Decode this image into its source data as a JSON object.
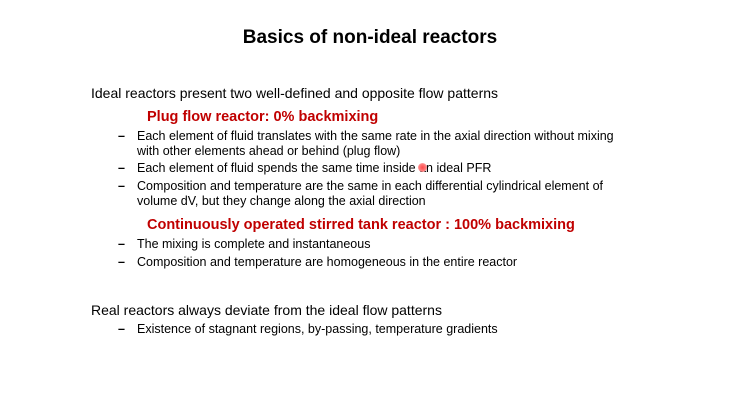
{
  "slide": {
    "title": "Basics of non-ideal reactors",
    "intro": "Ideal reactors present two well-defined and opposite flow patterns",
    "pfr": {
      "heading": "Plug flow reactor: 0% backmixing",
      "bullets": [
        "Each element of fluid translates with the same rate in the axial direction without mixing with other elements ahead or behind (plug flow)",
        "Each element of fluid spends the same time inside an ideal PFR",
        "Composition and temperature are the same in each differential cylindrical element of volume dV, but they change along the axial direction"
      ]
    },
    "cstr": {
      "heading": "Continuously operated stirred tank reactor : 100% backmixing",
      "bullets": [
        "The mixing is complete and instantaneous",
        "Composition and temperature are homogeneous in the entire reactor"
      ]
    },
    "real": {
      "text": "Real reactors always deviate from the ideal flow patterns",
      "bullets": [
        "Existence of stagnant regions, by-passing, temperature gradients"
      ]
    },
    "bullet_marker": "–",
    "colors": {
      "heading": "#c00000",
      "text": "#000000",
      "pointer": "#ff4a4a"
    }
  }
}
